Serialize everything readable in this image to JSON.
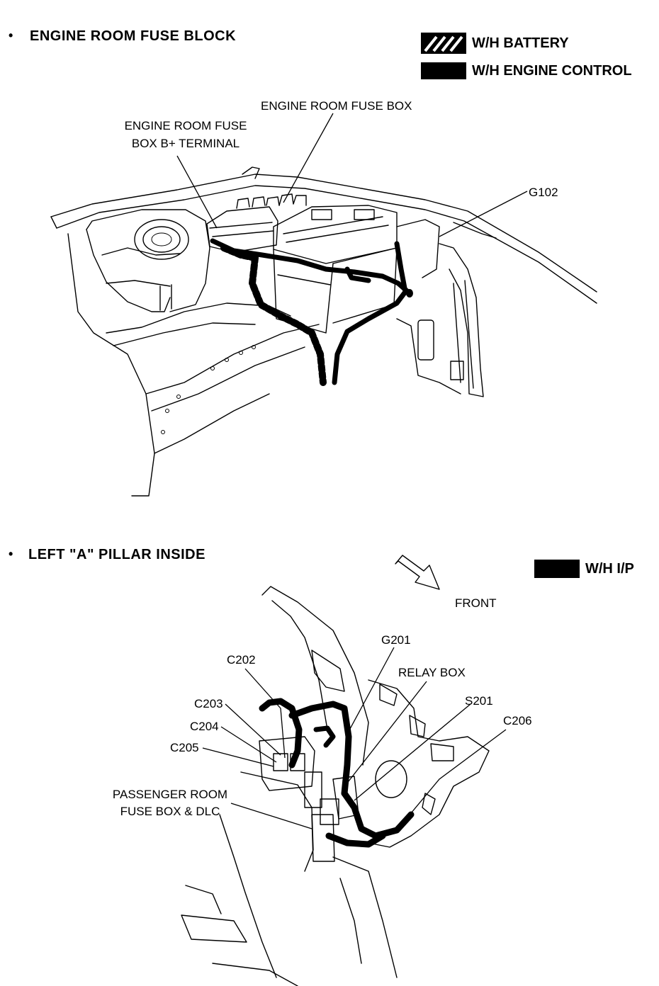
{
  "sections": {
    "top": {
      "bullet": "•",
      "title": "ENGINE ROOM FUSE BLOCK"
    },
    "bottom": {
      "bullet": "•",
      "title": "LEFT \"A\" PILLAR INSIDE"
    }
  },
  "legend_top": [
    {
      "label": "W/H BATTERY",
      "pattern": "hatched"
    },
    {
      "label": "W/H ENGINE CONTROL",
      "pattern": "solid"
    }
  ],
  "legend_bottom": [
    {
      "label": "W/H I/P",
      "pattern": "solid"
    }
  ],
  "callouts_top": {
    "fuse_box": "ENGINE ROOM FUSE BOX",
    "b_terminal_line1": "ENGINE ROOM FUSE",
    "b_terminal_line2": "BOX B+ TERMINAL",
    "ground": "G102"
  },
  "callouts_bottom": {
    "front": "FRONT",
    "g201": "G201",
    "relay_box": "RELAY BOX",
    "c202": "C202",
    "c203": "C203",
    "c204": "C204",
    "c205": "C205",
    "s201": "S201",
    "c206": "C206",
    "passenger_line1": "PASSENGER ROOM",
    "passenger_line2": "FUSE BOX & DLC"
  },
  "colors": {
    "ink": "#000000",
    "paper": "#ffffff"
  }
}
